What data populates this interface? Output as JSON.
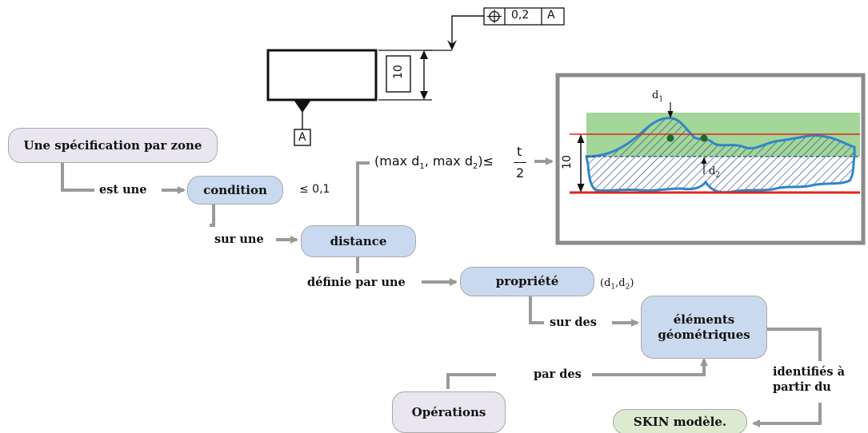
{
  "nodes": {
    "specification": "Une spécification par zone",
    "condition": "condition",
    "distance": "distance",
    "propriete": "propriété",
    "elements": "éléments géométriques",
    "operations": "Opérations",
    "skin": "SKIN modèle."
  },
  "labels": {
    "est_une": "est une",
    "sur_une": "sur une",
    "definie": "définie par une",
    "sur_des": "sur des",
    "par_des": "par des",
    "identifies_line1": "identifiés à",
    "identifies_line2": "partir du"
  },
  "math": {
    "threshold": "≤ 0,1",
    "condition_left": "(max d",
    "condition_mid": ", max d",
    "condition_right": ")≤",
    "sub1": "1",
    "sub2": "2",
    "t": "t",
    "denominator": "2",
    "properties": "(d",
    "properties_comma": ",d",
    "properties_close": ")"
  },
  "drawing": {
    "frame_tolerance": "0,2",
    "frame_datum": "A",
    "dimension": "10",
    "datum_label": "A"
  },
  "inset": {
    "d1": "d",
    "d1_sub": "1",
    "d2": "d",
    "d2_sub": "2",
    "dimension": "10"
  },
  "colors": {
    "node_blue": "#c9daf0",
    "node_lavender": "#e9e6f0",
    "node_green": "#dcebcf",
    "connector_gray": "#9a9a9a",
    "zone_green": "#8fce7f",
    "boundary_red": "#e0251b",
    "surface_blue": "#2f86c9"
  }
}
